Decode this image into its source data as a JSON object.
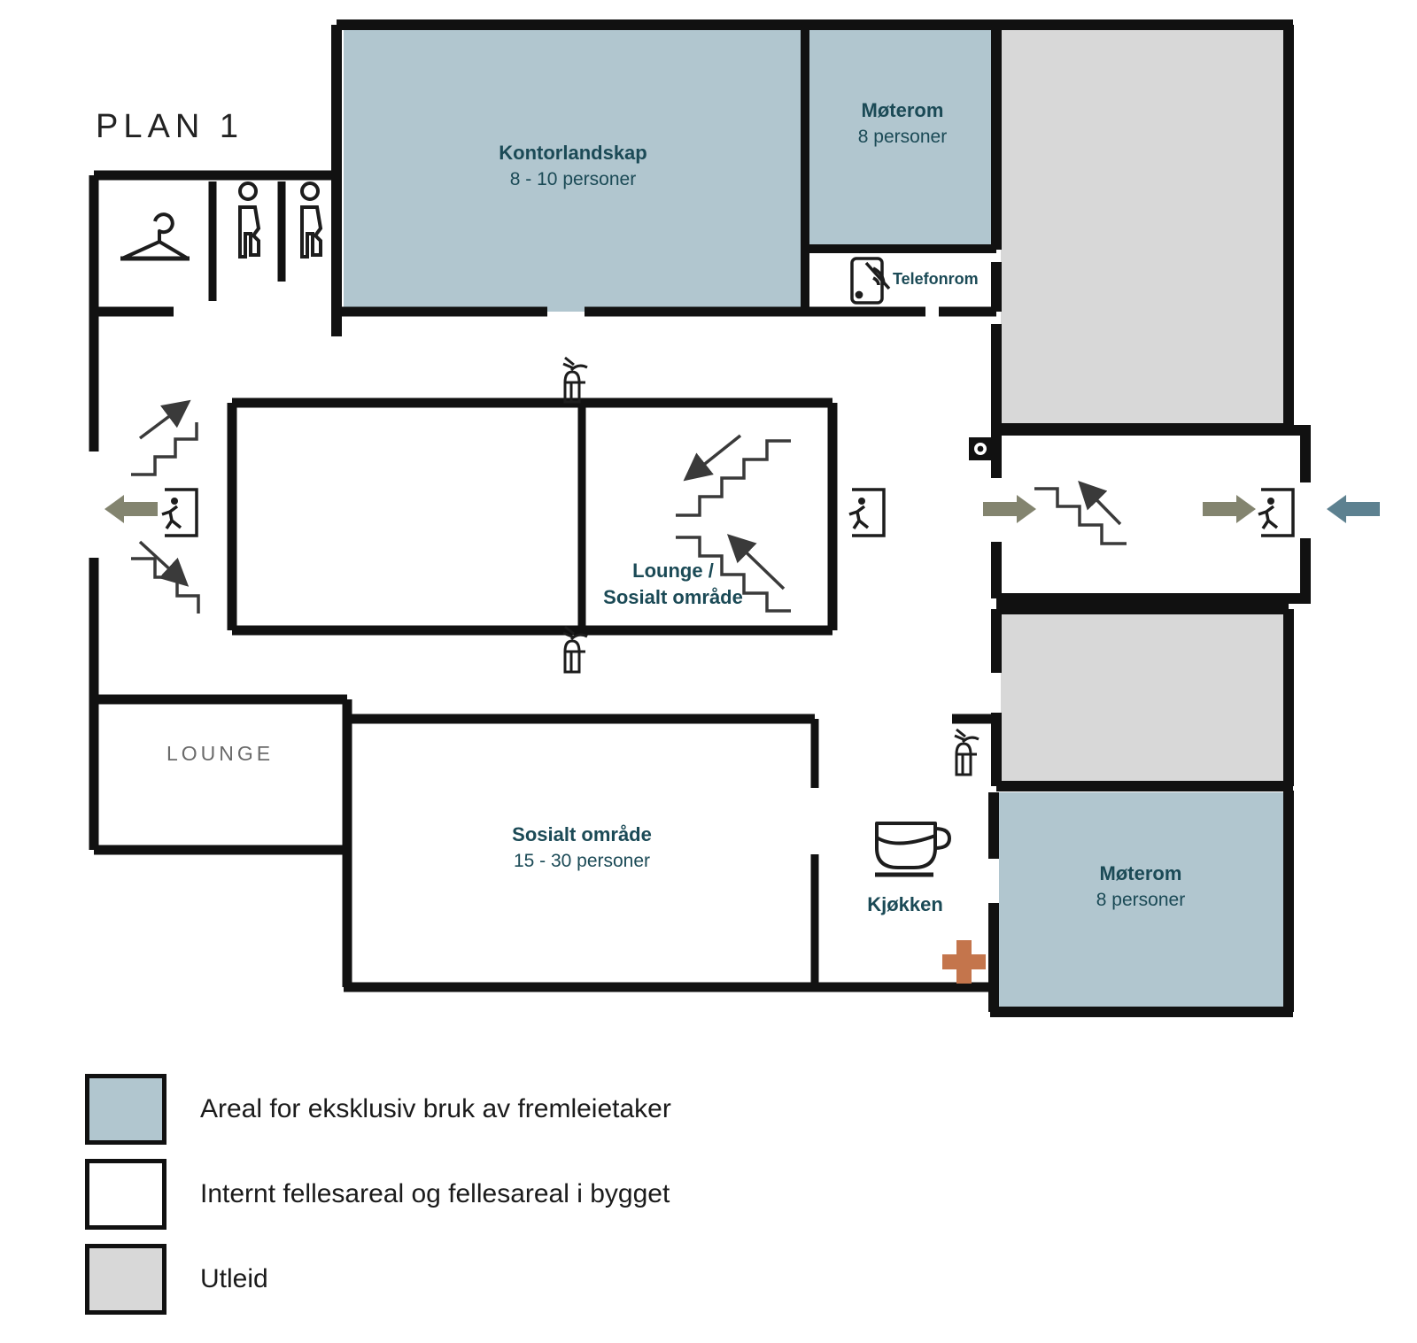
{
  "title": "PLAN 1",
  "colors": {
    "exclusive_fill": "#b1c6cf",
    "rented_fill": "#d8d8d8",
    "common_fill": "#ffffff",
    "wall": "#111111",
    "label_text": "#1b4a56",
    "arrow_olive": "#83846f",
    "arrow_teal": "#5d8190",
    "firstaid_cross": "#c4754c",
    "lounge_caps_text": "#6a6a6a"
  },
  "rooms": [
    {
      "id": "kontorlandskap",
      "name": "Kontorlandskap",
      "capacity": "8 - 10 personer",
      "zone": "exclusive"
    },
    {
      "id": "moterom_top",
      "name": "Møterom",
      "capacity": "8 personer",
      "zone": "exclusive"
    },
    {
      "id": "telefonrom",
      "name": "Telefonrom",
      "capacity": "",
      "zone": "common"
    },
    {
      "id": "lounge_sosialt",
      "name": "Lounge /",
      "capacity": "Sosialt område",
      "zone": "common"
    },
    {
      "id": "lounge_caps",
      "name": "LOUNGE",
      "capacity": "",
      "zone": "common"
    },
    {
      "id": "sosialt_omrade",
      "name": "Sosialt område",
      "capacity": "15 - 30 personer",
      "zone": "common"
    },
    {
      "id": "kjokken",
      "name": "Kjøkken",
      "capacity": "",
      "zone": "common"
    },
    {
      "id": "moterom_bottom",
      "name": "Møterom",
      "capacity": "8 personer",
      "zone": "exclusive"
    }
  ],
  "icons": {
    "coat_hanger": "coat-hanger-icon",
    "restroom_left": "restroom-person-icon",
    "restroom_right": "restroom-person-icon",
    "phone_room": "phone-no-signal-icon",
    "coffee_cup": "coffee-cup-icon",
    "first_aid": "first-aid-cross-icon",
    "fire_ext_1": "fire-extinguisher-icon",
    "fire_ext_2": "fire-extinguisher-icon",
    "fire_ext_3": "fire-extinguisher-icon",
    "exit_left": "emergency-exit-icon",
    "exit_center": "emergency-exit-icon",
    "exit_right": "emergency-exit-icon",
    "stair_up_left": "stairs-up-icon",
    "stair_down_left": "stairs-down-icon",
    "stair_down_center": "stairs-down-icon",
    "stair_up_center": "stairs-up-icon",
    "stair_up_right": "stairs-up-icon",
    "entry_marker": "entry-point-marker-icon",
    "arrow_left_olive": "route-arrow-left",
    "arrow_right_olive_1": "route-arrow-right",
    "arrow_right_olive_2": "route-arrow-right",
    "arrow_left_teal": "main-entrance-arrow-left"
  },
  "legend": [
    {
      "swatch": "#b1c6cf",
      "label": "Areal for eksklusiv bruk av fremleietaker"
    },
    {
      "swatch": "#ffffff",
      "label": "Internt fellesareal og fellesareal i bygget"
    },
    {
      "swatch": "#d8d8d8",
      "label": "Utleid"
    }
  ]
}
